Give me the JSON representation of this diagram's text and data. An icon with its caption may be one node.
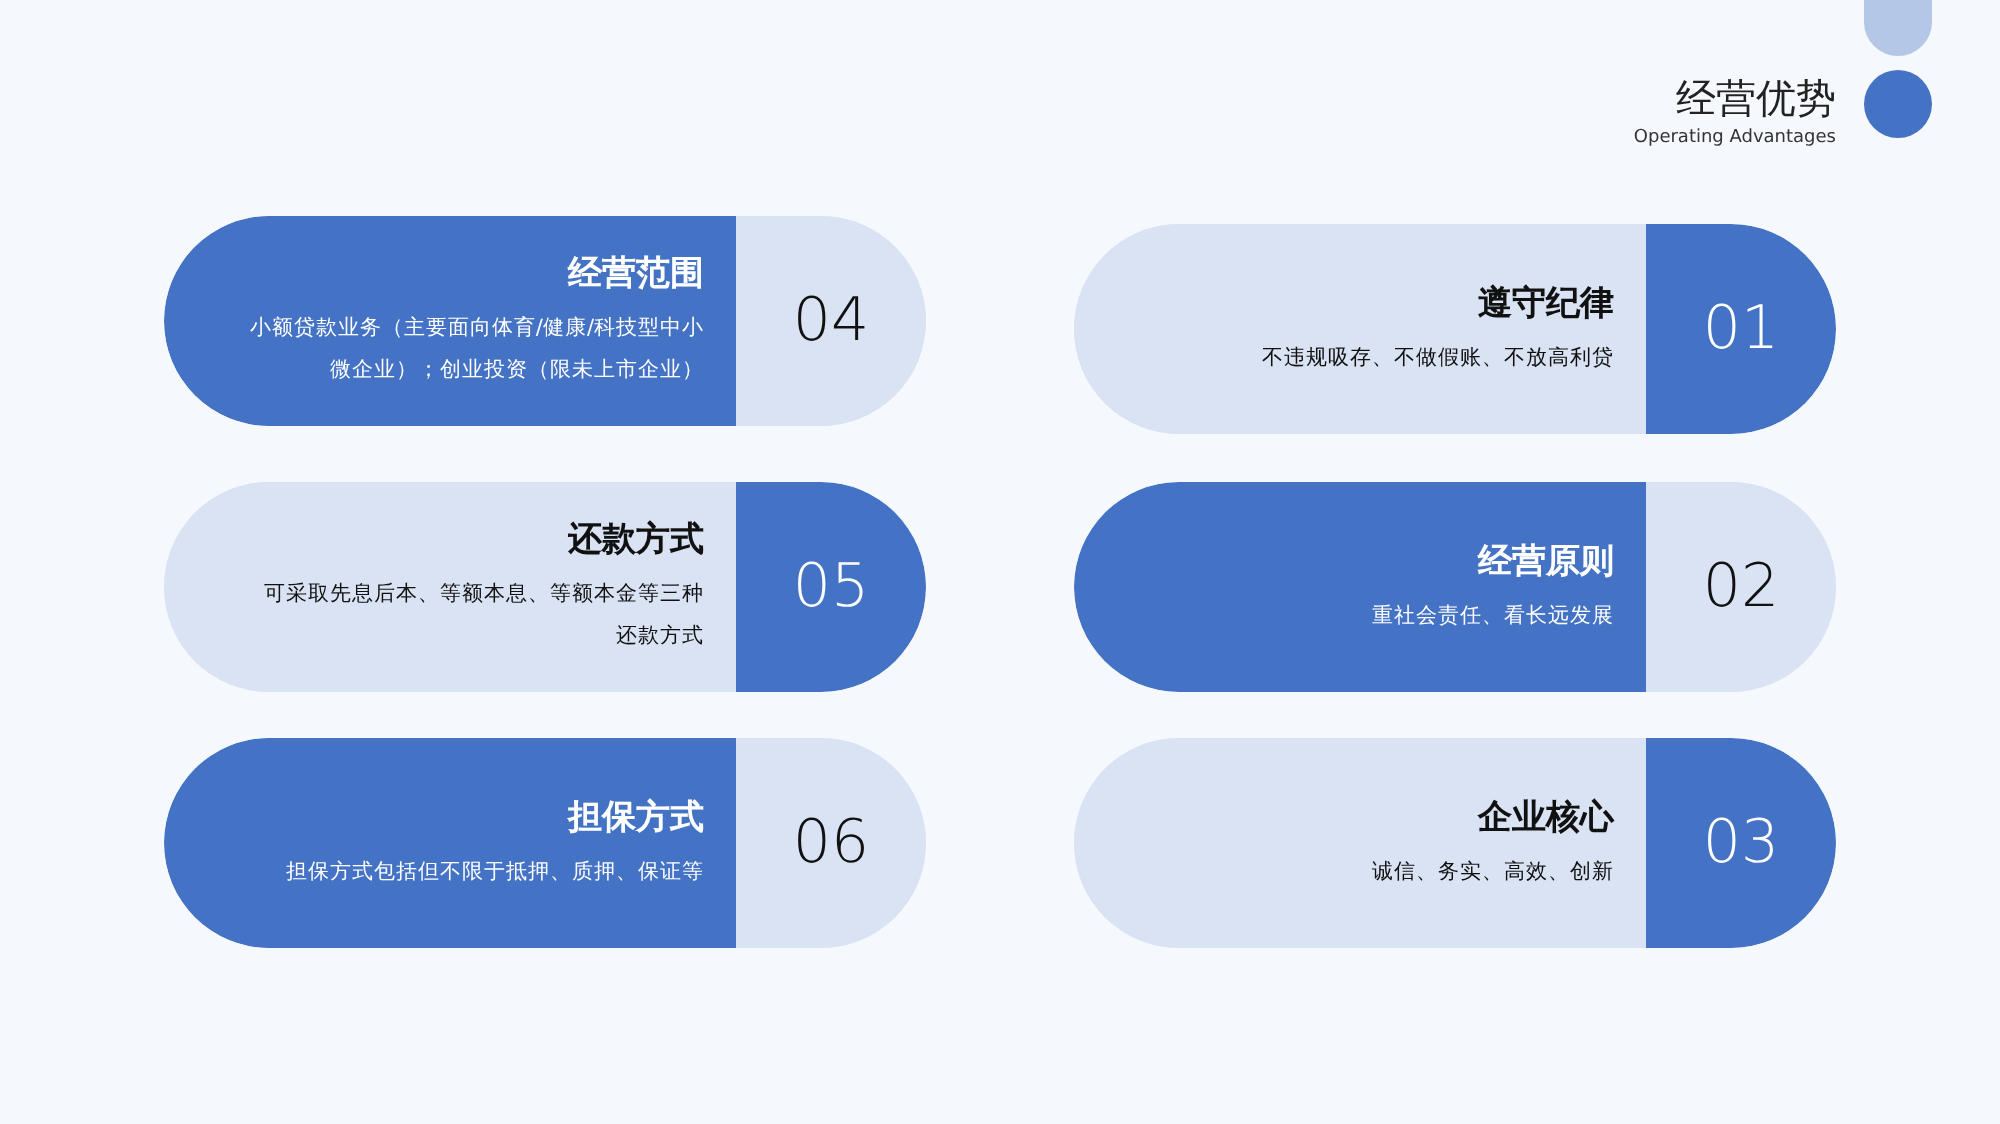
{
  "diagram": {
    "title": "经营优势",
    "nodes": [
      {
        "text": [
          "01",
          "遵守纪律",
          "不违规吸存、不做假账、不放高利贷"
        ]
      },
      {
        "text": [
          "02",
          "经营原则",
          "重社会责任、看长远发展"
        ]
      },
      {
        "text": [
          "03",
          "企业核心",
          "诚信、务实、高效、创新"
        ]
      },
      {
        "text": [
          "04",
          "经营范围",
          "小额贷款业务（主要面向体育/健康/科技型中小微企业）；创业投资（限未上市企业）"
        ]
      },
      {
        "text": [
          "05",
          "还款方式",
          "可采取先息后本、等额本息、等额本金等三种还款方式"
        ]
      },
      {
        "text": [
          "06",
          "担保方式",
          "担保方式包括但不限于抵押、质押、保证等"
        ]
      }
    ],
    "edges": [],
    "labels": [
      "Operating Advantages"
    ]
  }
}
